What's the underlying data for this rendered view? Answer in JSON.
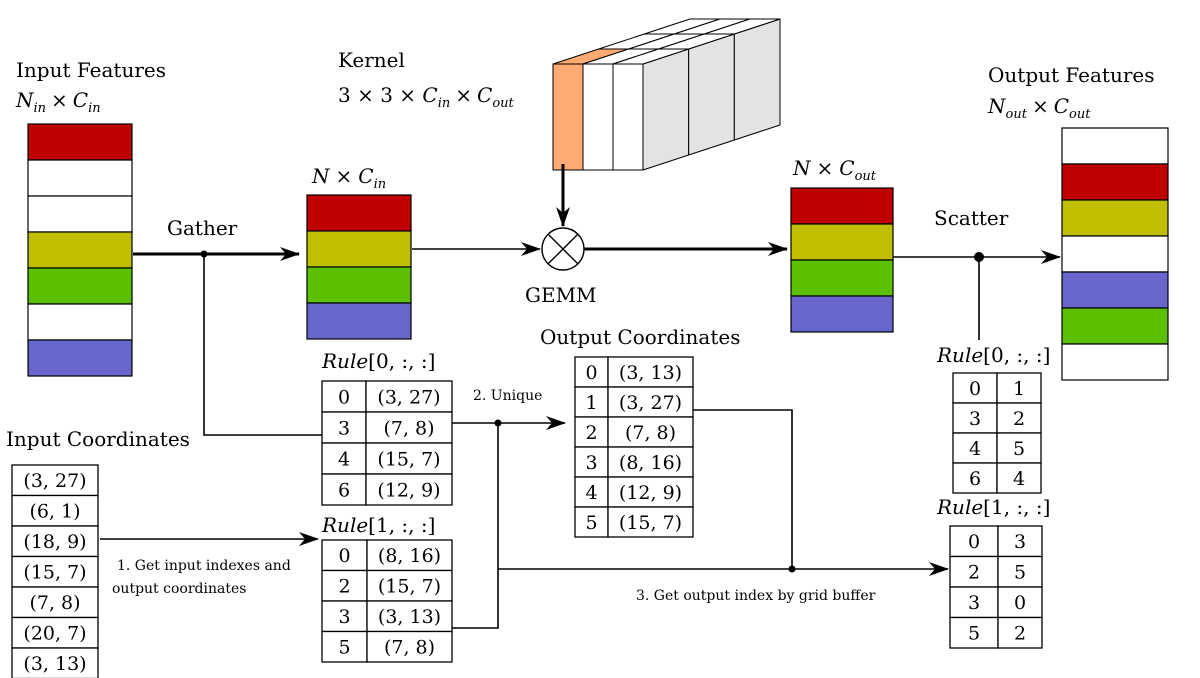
{
  "colors": {
    "red": "#C00000",
    "olive": "#BFBF00",
    "green": "#5CBF00",
    "blue": "#6666CC",
    "white": "#FFFFFF",
    "orange": "#FFAA70",
    "gray": "#E3E3E3"
  },
  "input_features": {
    "title": "Input Features",
    "dims": {
      "N": "N",
      "sub1": "in",
      "times": "×",
      "C": "C",
      "sub2": "in"
    },
    "rows": [
      "red",
      "white",
      "white",
      "olive",
      "green",
      "white",
      "blue"
    ]
  },
  "gathered": {
    "dims": {
      "N": "N",
      "times": "×",
      "C": "C",
      "sub": "in"
    },
    "rows": [
      "red",
      "olive",
      "green",
      "blue"
    ]
  },
  "kernel": {
    "title": "Kernel",
    "dims": {
      "prefix": "3 × 3 × ",
      "C1": "C",
      "sub1": "in",
      "times": "×",
      "C2": "C",
      "sub2": "out"
    }
  },
  "ops": {
    "gather": "Gather",
    "gemm": "GEMM",
    "scatter": "Scatter"
  },
  "computed": {
    "dims": {
      "N": "N",
      "times": "×",
      "C": "C",
      "sub": "out"
    },
    "rows": [
      "red",
      "olive",
      "green",
      "blue"
    ]
  },
  "output_features": {
    "title": "Output Features",
    "dims": {
      "N": "N",
      "sub1": "out",
      "times": "×",
      "C": "C",
      "sub2": "out"
    },
    "rows": [
      "white",
      "red",
      "olive",
      "white",
      "blue",
      "green",
      "white"
    ]
  },
  "input_coordinates": {
    "title": "Input Coordinates",
    "values": [
      "(3, 27)",
      "(6, 1)",
      "(18, 9)",
      "(15, 7)",
      "(7, 8)",
      "(20, 7)",
      "(3, 13)"
    ]
  },
  "rule0_left": {
    "label": "Rule",
    "index": "[0, :, :]",
    "rows": [
      [
        "0",
        "(3, 27)"
      ],
      [
        "3",
        "(7, 8)"
      ],
      [
        "4",
        "(15, 7)"
      ],
      [
        "6",
        "(12, 9)"
      ]
    ]
  },
  "rule1_left": {
    "label": "Rule",
    "index": "[1, :, :]",
    "rows": [
      [
        "0",
        "(8, 16)"
      ],
      [
        "2",
        "(15, 7)"
      ],
      [
        "3",
        "(3, 13)"
      ],
      [
        "5",
        "(7, 8)"
      ]
    ]
  },
  "output_coordinates": {
    "title": "Output Coordinates",
    "rows": [
      [
        "0",
        "(3, 13)"
      ],
      [
        "1",
        "(3, 27)"
      ],
      [
        "2",
        "(7, 8)"
      ],
      [
        "3",
        "(8, 16)"
      ],
      [
        "4",
        "(12, 9)"
      ],
      [
        "5",
        "(15, 7)"
      ]
    ]
  },
  "rule0_right": {
    "label": "Rule",
    "index": "[0, :, :]",
    "rows": [
      [
        "0",
        "1"
      ],
      [
        "3",
        "2"
      ],
      [
        "4",
        "5"
      ],
      [
        "6",
        "4"
      ]
    ]
  },
  "rule1_right": {
    "label": "Rule",
    "index": "[1, :, :]",
    "rows": [
      [
        "0",
        "3"
      ],
      [
        "2",
        "5"
      ],
      [
        "3",
        "0"
      ],
      [
        "5",
        "2"
      ]
    ]
  },
  "steps": {
    "step1_line1": "1. Get input indexes and",
    "step1_line2": "output coordinates",
    "step2": "2. Unique",
    "step3": "3. Get output index by grid buffer"
  }
}
